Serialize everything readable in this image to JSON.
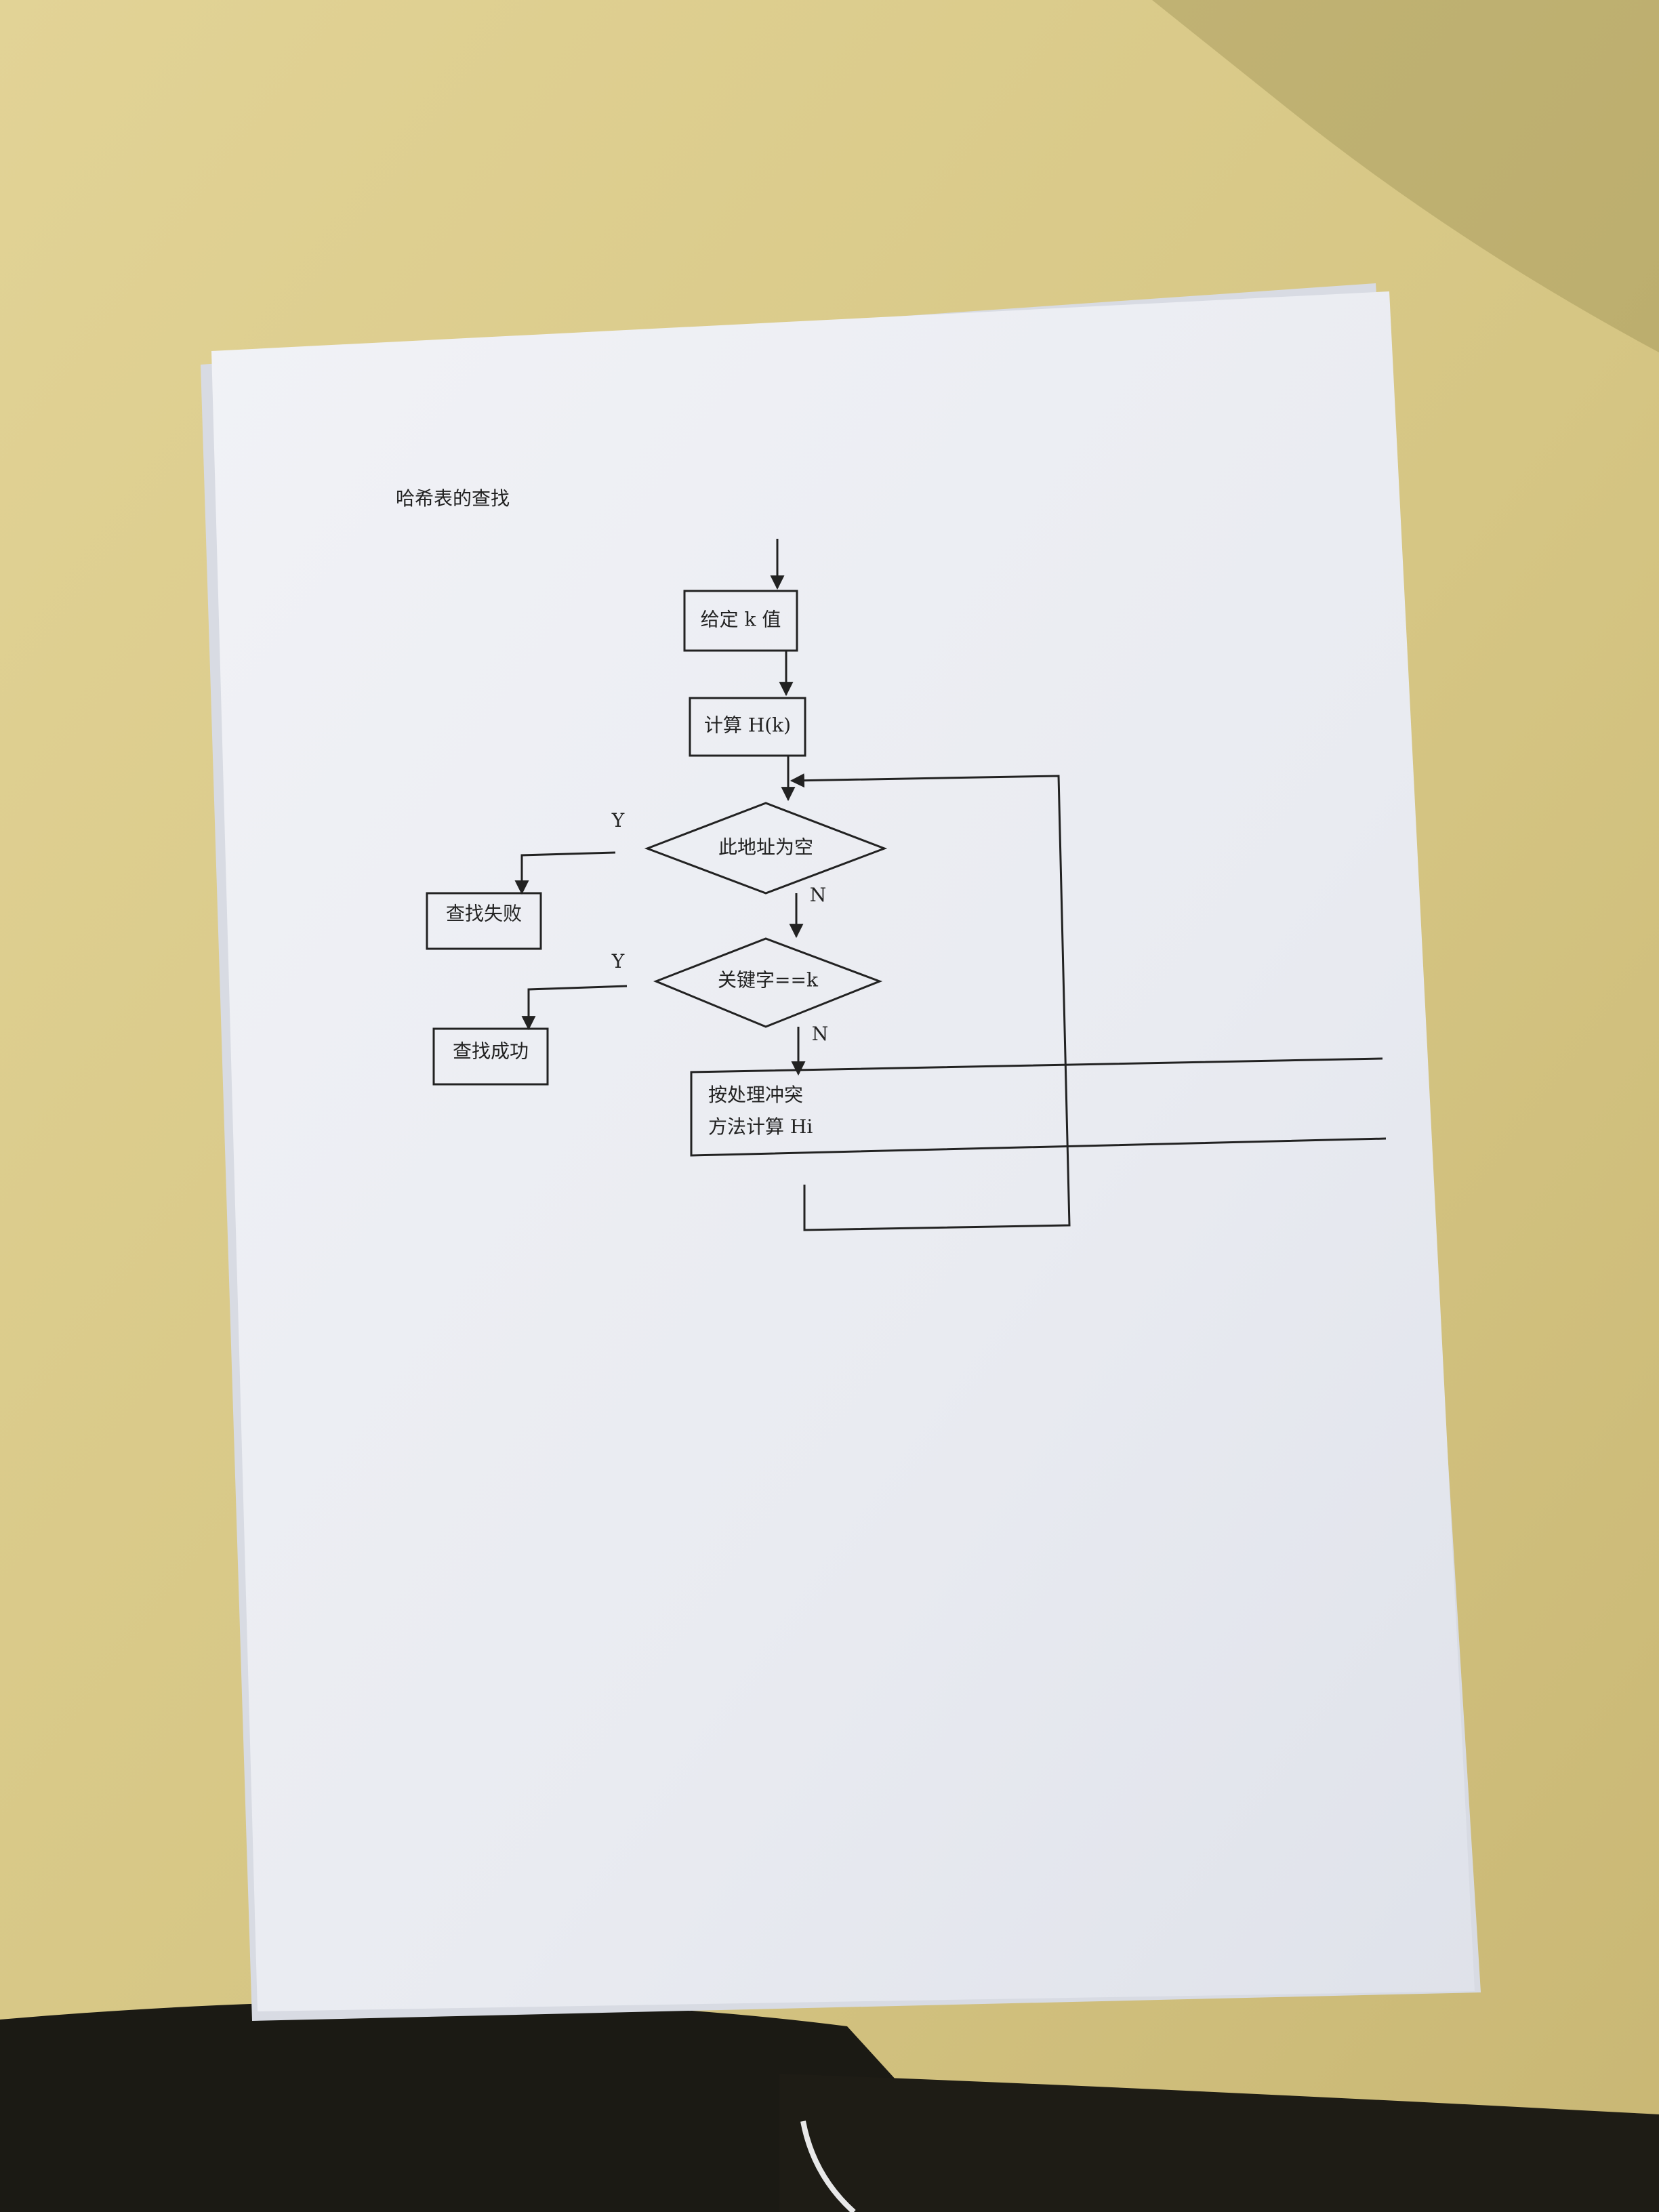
{
  "document": {
    "title": "哈希表的查找"
  },
  "flowchart": {
    "nodes": {
      "input_k": "给定 k 值",
      "compute_hash": "计算 H(k)",
      "check_empty": "此地址为空",
      "search_fail": "查找失败",
      "check_key": "关键字==k",
      "search_success": "查找成功",
      "rehash_line1": "按处理冲突",
      "rehash_line2": "方法计算 Hi"
    },
    "edge_labels": {
      "empty_yes": "Y",
      "empty_no": "N",
      "key_yes": "Y",
      "key_no": "N"
    }
  },
  "colors": {
    "desk": "#d9c98a",
    "paper": "#eef0f5",
    "ink": "#222222"
  }
}
